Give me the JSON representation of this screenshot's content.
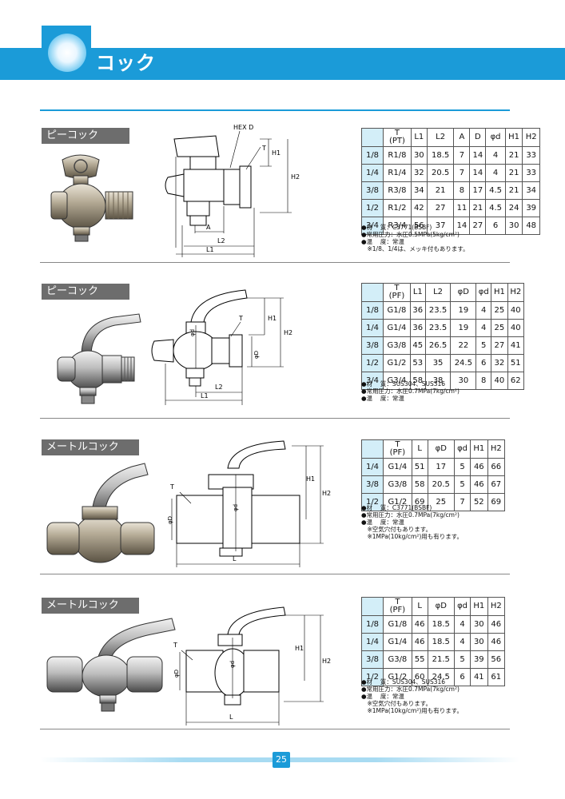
{
  "header": {
    "title": "コック"
  },
  "sections": [
    {
      "label": "ピーコック",
      "dim_labels": {
        "hex": "HEX D",
        "t": "T",
        "a": "A",
        "l1": "L1",
        "l2": "L2",
        "h1": "H1",
        "h2": "H2"
      },
      "columns": [
        "T\n(PT)",
        "L1",
        "L2",
        "A",
        "D",
        "φd",
        "H1",
        "H2"
      ],
      "rows": [
        [
          "1/8",
          "R1/8",
          "30",
          "18.5",
          "7",
          "14",
          "4",
          "21",
          "33"
        ],
        [
          "1/4",
          "R1/4",
          "32",
          "20.5",
          "7",
          "14",
          "4",
          "21",
          "33"
        ],
        [
          "3/8",
          "R3/8",
          "34",
          "21",
          "8",
          "17",
          "4.5",
          "21",
          "34"
        ],
        [
          "1/2",
          "R1/2",
          "42",
          "27",
          "11",
          "21",
          "4.5",
          "24",
          "39"
        ],
        [
          "3/4",
          "R3/4",
          "56",
          "37",
          "14",
          "27",
          "6",
          "30",
          "48"
        ]
      ],
      "notes": [
        "●材　 質：C3771(BSBF)",
        "●常用圧力：水圧0.5MPa(5kg/cm²)",
        "●温　 度：常温",
        "　※1/8、1/4は、メッキ付もあります。"
      ]
    },
    {
      "label": "ピーコック",
      "dim_labels": {
        "t": "T",
        "phid": "φd",
        "phiD": "φD",
        "l1": "L1",
        "l2": "L2",
        "h1": "H1",
        "h2": "H2"
      },
      "columns": [
        "T\n(PF)",
        "L1",
        "L2",
        "φD",
        "φd",
        "H1",
        "H2"
      ],
      "rows": [
        [
          "1/8",
          "G1/8",
          "36",
          "23.5",
          "19",
          "4",
          "25",
          "40"
        ],
        [
          "1/4",
          "G1/4",
          "36",
          "23.5",
          "19",
          "4",
          "25",
          "40"
        ],
        [
          "3/8",
          "G3/8",
          "45",
          "26.5",
          "22",
          "5",
          "27",
          "41"
        ],
        [
          "1/2",
          "G1/2",
          "53",
          "35",
          "24.5",
          "6",
          "32",
          "51"
        ],
        [
          "3/4",
          "G3/4",
          "58",
          "38",
          "30",
          "8",
          "40",
          "62"
        ]
      ],
      "notes": [
        "●材　 質：SUS304、SUS316",
        "●常用圧力：水圧0.7MPa(7kg/cm²)",
        "●温　 度：常温"
      ]
    },
    {
      "label": "メートルコック",
      "dim_labels": {
        "t": "T",
        "phid": "φd",
        "phiD": "φD",
        "l": "L",
        "h1": "H1",
        "h2": "H2"
      },
      "columns": [
        "T\n(PF)",
        "L",
        "φD",
        "φd",
        "H1",
        "H2"
      ],
      "rows": [
        [
          "1/4",
          "G1/4",
          "51",
          "17",
          "5",
          "46",
          "66"
        ],
        [
          "3/8",
          "G3/8",
          "58",
          "20.5",
          "5",
          "46",
          "67"
        ],
        [
          "1/2",
          "G1/2",
          "69",
          "25",
          "7",
          "52",
          "69"
        ]
      ],
      "notes": [
        "●材　 質：C3771(BSBF)",
        "●常用圧力：水圧0.7MPa(7kg/cm²)",
        "●温　 度：常温",
        "　※空気穴付もあります。",
        "　※1MPa(10kg/cm²)用も有ります。"
      ]
    },
    {
      "label": "メートルコック",
      "dim_labels": {
        "t": "T",
        "phid": "φd",
        "phiD": "φD",
        "l": "L",
        "h1": "H1",
        "h2": "H2"
      },
      "columns": [
        "T\n(PF)",
        "L",
        "φD",
        "φd",
        "H1",
        "H2"
      ],
      "rows": [
        [
          "1/8",
          "G1/8",
          "46",
          "18.5",
          "4",
          "30",
          "46"
        ],
        [
          "1/4",
          "G1/4",
          "46",
          "18.5",
          "4",
          "30",
          "46"
        ],
        [
          "3/8",
          "G3/8",
          "55",
          "21.5",
          "5",
          "39",
          "56"
        ],
        [
          "1/2",
          "G1/2",
          "60",
          "24.5",
          "6",
          "41",
          "61"
        ]
      ],
      "notes": [
        "●材　 質：SUS304、SUS316",
        "●常用圧力：水圧0.7MPa(7kg/cm²)",
        "●温　 度：常温",
        "　※空気穴付もあります。",
        "　※1MPa(10kg/cm²)用も有ります。"
      ]
    }
  ],
  "footer": {
    "page_number": "25"
  }
}
